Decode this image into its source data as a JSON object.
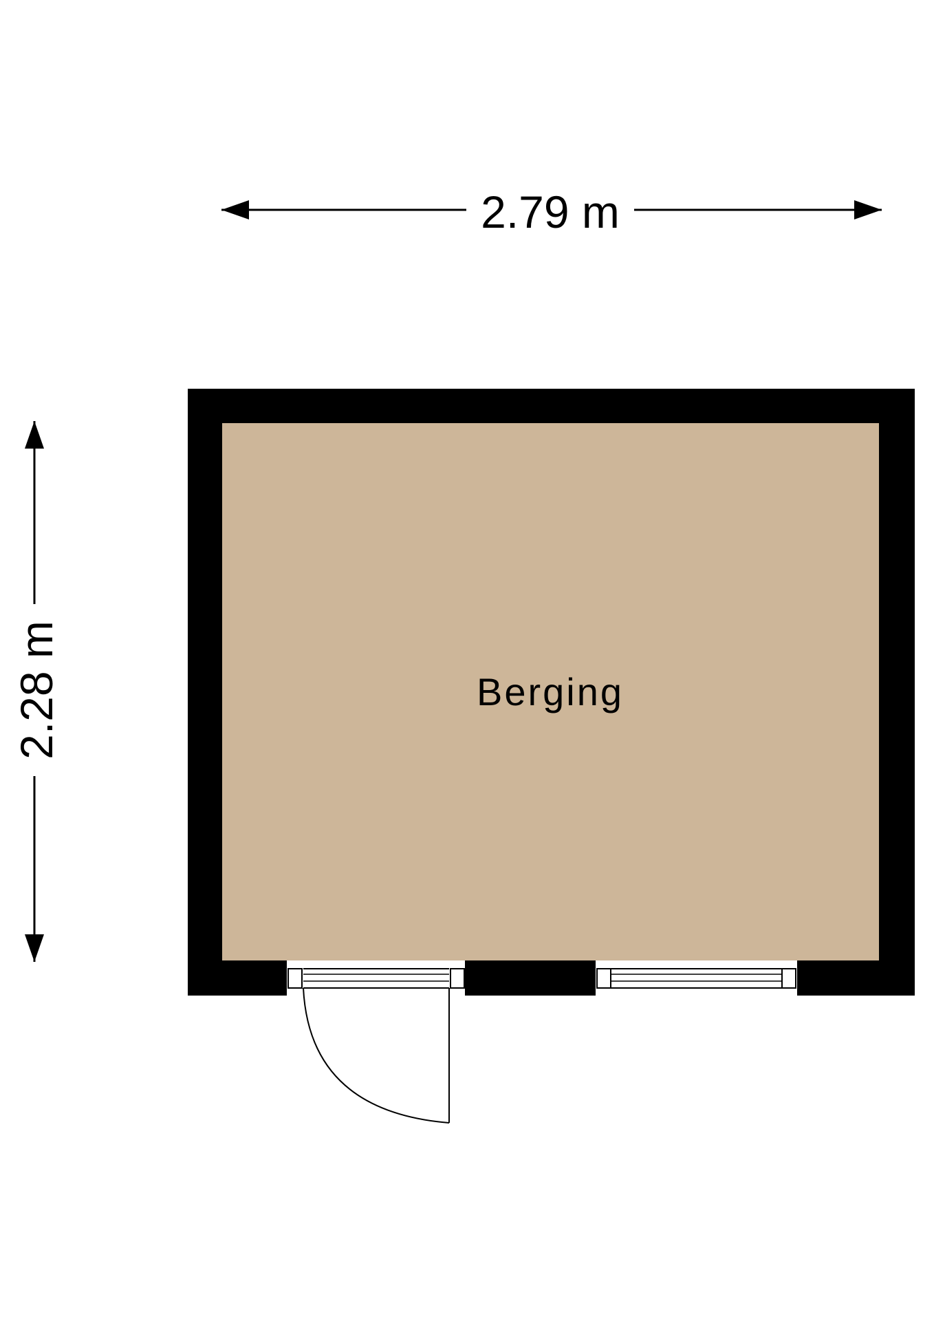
{
  "dimensions": {
    "width_label": "2.79 m",
    "height_label": "2.28 m"
  },
  "room": {
    "name": "Berging"
  },
  "colors": {
    "floor": "#CDB699",
    "wall": "#000000",
    "background": "#FFFFFF",
    "opening": "#FFFFFF"
  },
  "openings": [
    {
      "type": "door",
      "swing": "outward"
    },
    {
      "type": "window"
    }
  ]
}
